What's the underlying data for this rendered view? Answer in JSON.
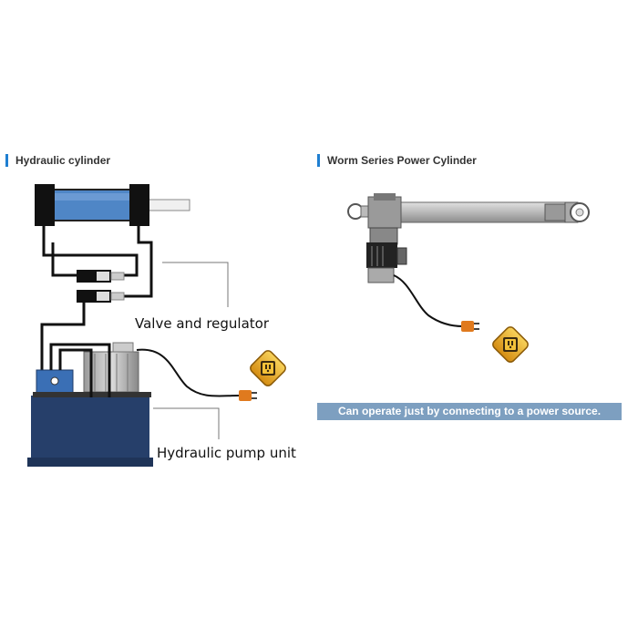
{
  "left_panel": {
    "title": "Hydraulic cylinder",
    "valve_label": "Valve and regulator",
    "pump_label": "Hydraulic pump unit"
  },
  "right_panel": {
    "title": "Worm Series Power Cylinder",
    "banner": "Can operate just by connecting to a power source."
  },
  "colors": {
    "title_accent": "#1f7fd1",
    "cylinder_blue": "#4f86c6",
    "pump_navy": "#263f6a",
    "plug_orange": "#e07a1e",
    "outlet_gold": "#e8a820",
    "banner_bg": "#7d9fc0"
  },
  "icons": [
    "power-outlet-icon",
    "power-plug-icon"
  ]
}
